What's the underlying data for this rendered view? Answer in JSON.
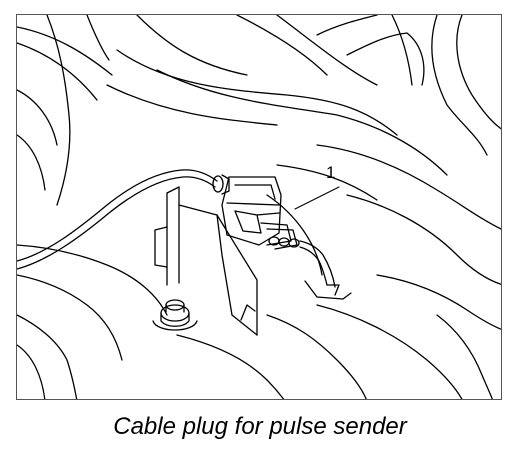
{
  "figure": {
    "callout_number": "1",
    "caption": "Cable plug for pulse sender"
  },
  "colors": {
    "line": "#000000",
    "frame": "#555555",
    "background": "#ffffff"
  },
  "parts": [
    {
      "icon": "pulse-sender-plug-icon",
      "callout": "1"
    },
    {
      "icon": "wiring-harness-icon"
    },
    {
      "icon": "mounting-bolt-icon"
    },
    {
      "icon": "bracket-icon"
    }
  ]
}
